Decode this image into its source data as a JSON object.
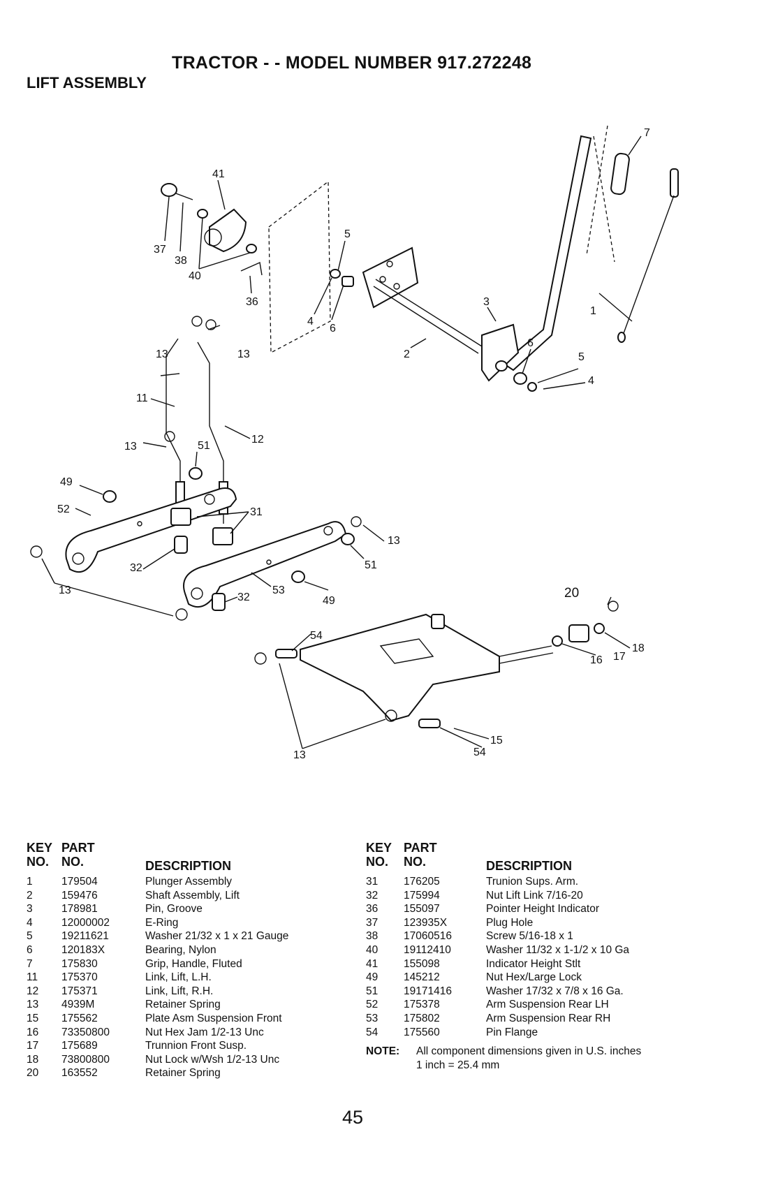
{
  "header": {
    "title": "TRACTOR - - MODEL NUMBER 917.272248",
    "section": "LIFT ASSEMBLY"
  },
  "diagram": {
    "callouts": [
      "41",
      "37",
      "38",
      "40",
      "36",
      "5",
      "4",
      "6",
      "3",
      "7",
      "1",
      "2",
      "6",
      "5",
      "4",
      "13",
      "13",
      "11",
      "12",
      "13",
      "51",
      "49",
      "52",
      "31",
      "13",
      "51",
      "32",
      "53",
      "49",
      "32",
      "13",
      "20",
      "54",
      "18",
      "16",
      "17",
      "15",
      "13",
      "54"
    ]
  },
  "parts_table": {
    "headers": {
      "key_line1": "KEY",
      "key_line2": "NO.",
      "part_line1": "PART",
      "part_line2": "NO.",
      "description": "DESCRIPTION"
    },
    "left_rows": [
      {
        "key": "1",
        "part": "179504",
        "desc": "Plunger Assembly"
      },
      {
        "key": "2",
        "part": "159476",
        "desc": "Shaft Assembly, Lift"
      },
      {
        "key": "3",
        "part": "178981",
        "desc": "Pin, Groove"
      },
      {
        "key": "4",
        "part": "12000002",
        "desc": "E-Ring"
      },
      {
        "key": "5",
        "part": "19211621",
        "desc": "Washer 21/32 x 1 x 21 Gauge"
      },
      {
        "key": "6",
        "part": "120183X",
        "desc": "Bearing, Nylon"
      },
      {
        "key": "7",
        "part": "175830",
        "desc": "Grip, Handle, Fluted"
      },
      {
        "key": "11",
        "part": "175370",
        "desc": "Link, Lift, L.H."
      },
      {
        "key": "12",
        "part": "175371",
        "desc": "Link, Lift, R.H."
      },
      {
        "key": "13",
        "part": "4939M",
        "desc": "Retainer Spring"
      },
      {
        "key": "15",
        "part": "175562",
        "desc": "Plate Asm Suspension Front"
      },
      {
        "key": "16",
        "part": "73350800",
        "desc": "Nut Hex Jam 1/2-13 Unc"
      },
      {
        "key": "17",
        "part": "175689",
        "desc": "Trunnion Front Susp."
      },
      {
        "key": "18",
        "part": "73800800",
        "desc": "Nut Lock w/Wsh 1/2-13 Unc"
      },
      {
        "key": "20",
        "part": "163552",
        "desc": "Retainer Spring"
      }
    ],
    "right_rows": [
      {
        "key": "31",
        "part": "176205",
        "desc": "Trunion Sups. Arm."
      },
      {
        "key": "32",
        "part": "175994",
        "desc": "Nut Lift Link 7/16-20"
      },
      {
        "key": "36",
        "part": "155097",
        "desc": "Pointer Height Indicator"
      },
      {
        "key": "37",
        "part": "123935X",
        "desc": "Plug Hole"
      },
      {
        "key": "38",
        "part": "17060516",
        "desc": "Screw 5/16-18 x 1"
      },
      {
        "key": "40",
        "part": "19112410",
        "desc": "Washer 11/32 x 1-1/2 x 10 Ga"
      },
      {
        "key": "41",
        "part": "155098",
        "desc": "Indicator Height Stlt"
      },
      {
        "key": "49",
        "part": "145212",
        "desc": "Nut Hex/Large Lock"
      },
      {
        "key": "51",
        "part": "19171416",
        "desc": "Washer 17/32 x 7/8 x 16 Ga."
      },
      {
        "key": "52",
        "part": "175378",
        "desc": "Arm Suspension Rear LH"
      },
      {
        "key": "53",
        "part": "175802",
        "desc": "Arm Suspension Rear RH"
      },
      {
        "key": "54",
        "part": "175560",
        "desc": "Pin Flange"
      }
    ],
    "note": {
      "label": "NOTE:",
      "line1": "All component dimensions given in U.S. inches",
      "line2": "1 inch = 25.4 mm"
    }
  },
  "footer": {
    "page_number": "45"
  }
}
